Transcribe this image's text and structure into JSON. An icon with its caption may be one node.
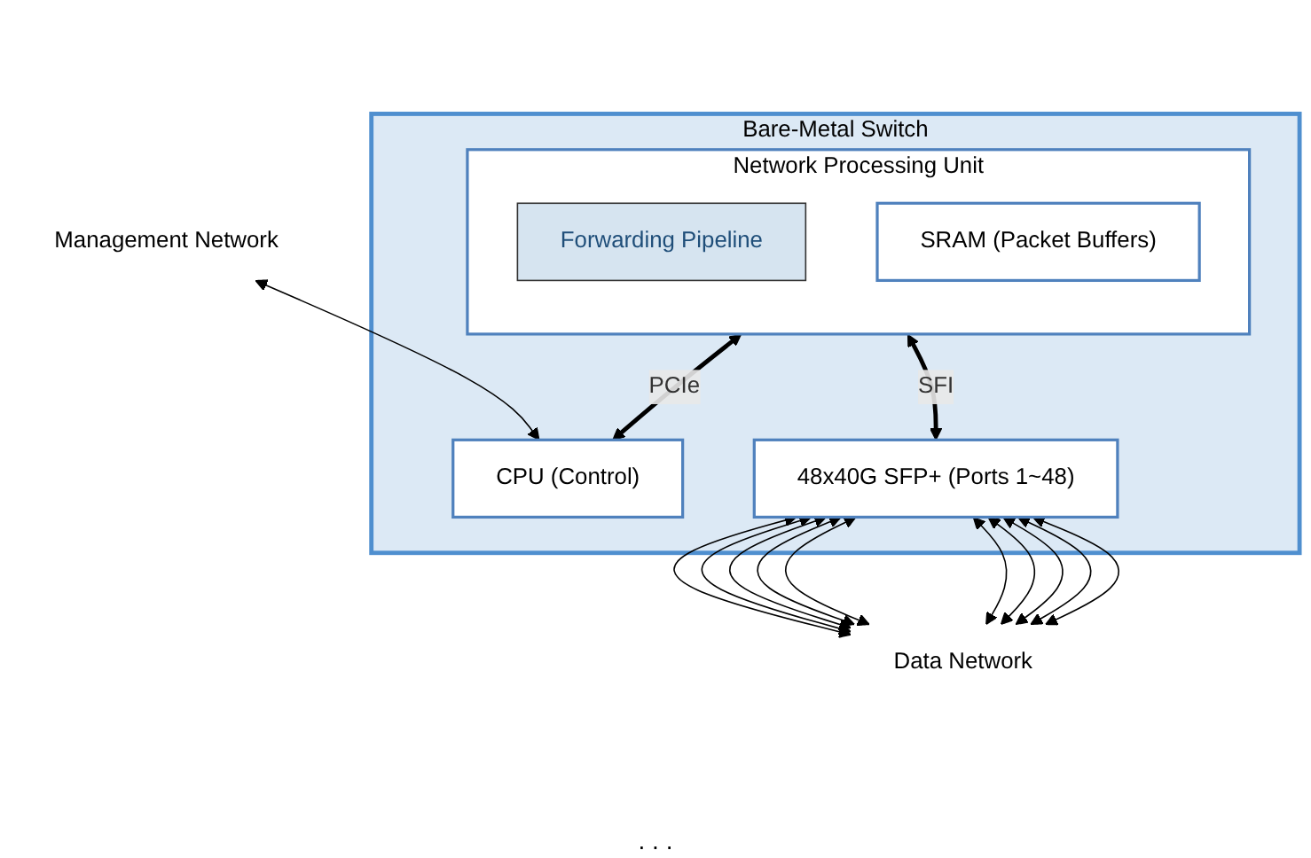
{
  "diagram": {
    "nodes": [
      {
        "text": [
          "Bare-Metal Switch"
        ]
      },
      {
        "text": [
          "Network Processing Unit"
        ],
        "in": 0
      },
      {
        "text": [
          "Forwarding Pipeline"
        ],
        "in": 1
      },
      {
        "text": [
          "SRAM (Packet Buffers)"
        ],
        "in": 1
      },
      {
        "text": [
          "CPU (Control)"
        ],
        "in": 0
      },
      {
        "text": [
          "48x40G SFP+ (Ports 1~48)"
        ],
        "in": 0
      },
      {
        "text": [
          "Management Network"
        ]
      },
      {
        "text": [
          "Data Network"
        ]
      }
    ],
    "edges": [
      {
        "from": 6,
        "to": 4,
        "arrow": "both"
      },
      {
        "from": 1,
        "to": 4,
        "arrow": "both",
        "label": "PCIe",
        "style": "thick"
      },
      {
        "from": 1,
        "to": 5,
        "arrow": "both",
        "label": "SFI",
        "style": "thick"
      },
      {
        "from": 5,
        "to": 7,
        "arrow": "both"
      },
      {
        "from": 5,
        "to": 7,
        "arrow": "both"
      },
      {
        "from": 5,
        "to": 7,
        "arrow": "both"
      },
      {
        "from": 5,
        "to": 7,
        "arrow": "both"
      },
      {
        "from": 5,
        "to": 7,
        "arrow": "both"
      },
      {
        "from": 5,
        "to": 7,
        "arrow": "both"
      },
      {
        "from": 5,
        "to": 7,
        "arrow": "both"
      },
      {
        "from": 5,
        "to": 7,
        "arrow": "both"
      },
      {
        "from": 5,
        "to": 7,
        "arrow": "both"
      },
      {
        "from": 5,
        "to": 7,
        "arrow": "both"
      }
    ],
    "labels": [
      ". . ."
    ]
  }
}
